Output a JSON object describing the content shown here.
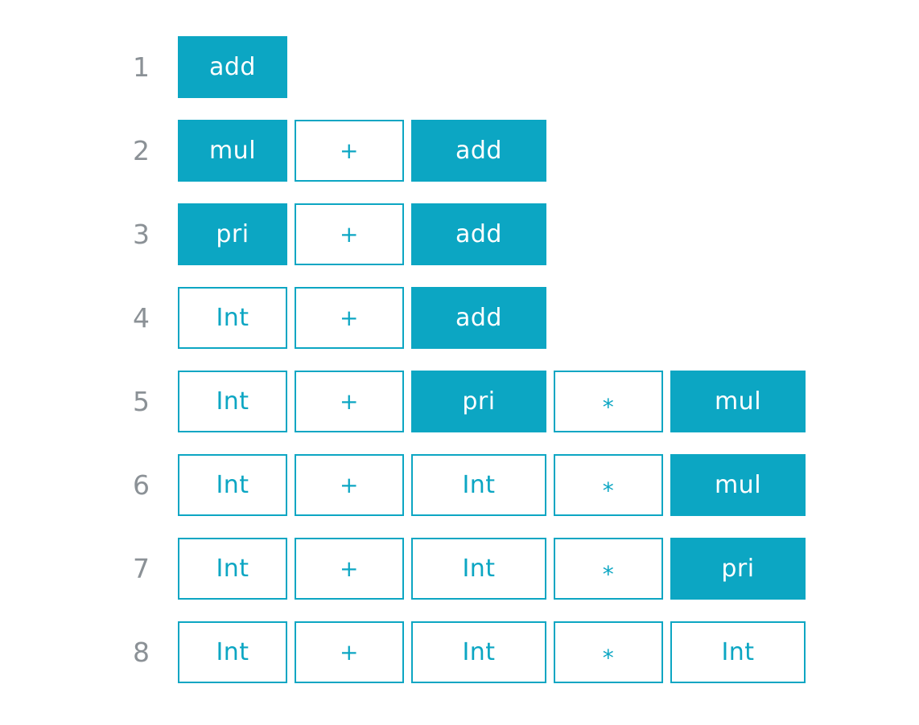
{
  "diagram": {
    "description_label": "",
    "colors": {
      "teal": "#0ca6c3",
      "number_gray": "#8b9196",
      "background": "#ffffff",
      "filled_text": "#ffffff"
    }
  },
  "rows": [
    {
      "number": "1",
      "cells": [
        {
          "label": "add",
          "filled": true
        }
      ]
    },
    {
      "number": "2",
      "cells": [
        {
          "label": "mul",
          "filled": true
        },
        {
          "label": "+",
          "filled": false
        },
        {
          "label": "add",
          "filled": true
        }
      ]
    },
    {
      "number": "3",
      "cells": [
        {
          "label": "pri",
          "filled": true
        },
        {
          "label": "+",
          "filled": false
        },
        {
          "label": "add",
          "filled": true
        }
      ]
    },
    {
      "number": "4",
      "cells": [
        {
          "label": "Int",
          "filled": false
        },
        {
          "label": "+",
          "filled": false
        },
        {
          "label": "add",
          "filled": true
        }
      ]
    },
    {
      "number": "5",
      "cells": [
        {
          "label": "Int",
          "filled": false
        },
        {
          "label": "+",
          "filled": false
        },
        {
          "label": "pri",
          "filled": true
        },
        {
          "label": "*",
          "filled": false
        },
        {
          "label": "mul",
          "filled": true
        }
      ]
    },
    {
      "number": "6",
      "cells": [
        {
          "label": "Int",
          "filled": false
        },
        {
          "label": "+",
          "filled": false
        },
        {
          "label": "Int",
          "filled": false
        },
        {
          "label": "*",
          "filled": false
        },
        {
          "label": "mul",
          "filled": true
        }
      ]
    },
    {
      "number": "7",
      "cells": [
        {
          "label": "Int",
          "filled": false
        },
        {
          "label": "+",
          "filled": false
        },
        {
          "label": "Int",
          "filled": false
        },
        {
          "label": "*",
          "filled": false
        },
        {
          "label": "pri",
          "filled": true
        }
      ]
    },
    {
      "number": "8",
      "cells": [
        {
          "label": "Int",
          "filled": false
        },
        {
          "label": "+",
          "filled": false
        },
        {
          "label": "Int",
          "filled": false
        },
        {
          "label": "*",
          "filled": false
        },
        {
          "label": "Int",
          "filled": false
        }
      ]
    }
  ]
}
